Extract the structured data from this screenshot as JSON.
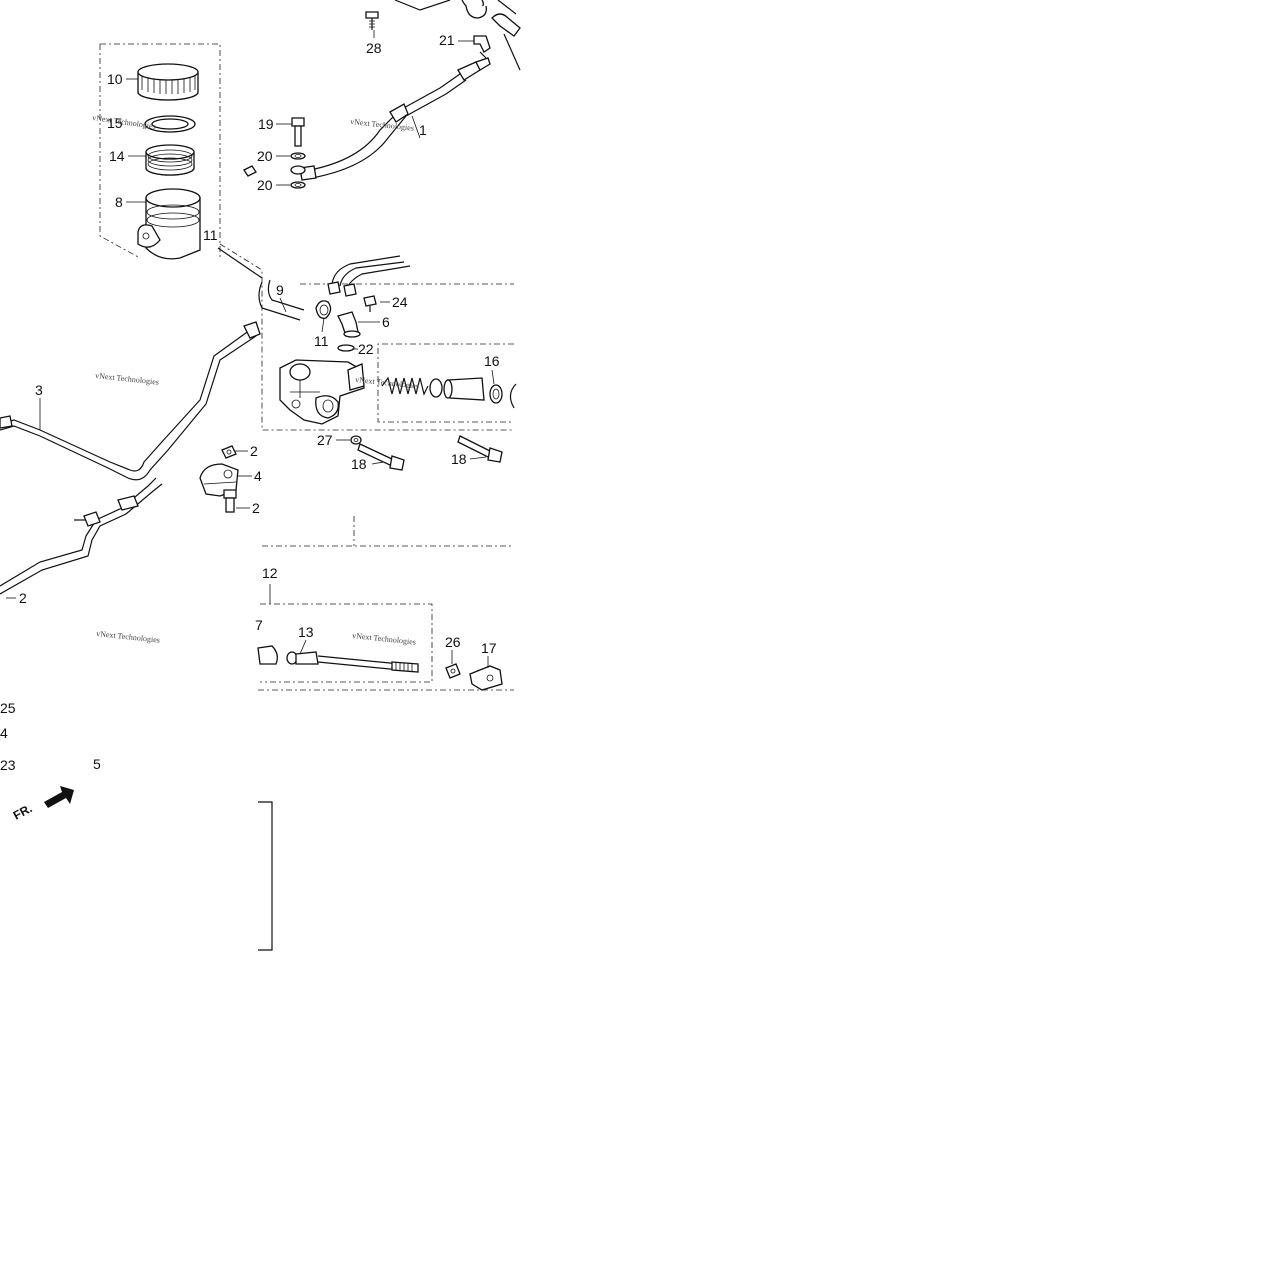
{
  "diagram": {
    "orientation_label": "FR.",
    "watermark": "vNext Technologies",
    "callouts": [
      "28",
      "21",
      "10",
      "15",
      "14",
      "8",
      "11",
      "19",
      "20",
      "20",
      "1",
      "9",
      "24",
      "6",
      "11",
      "22",
      "16",
      "3",
      "27",
      "18",
      "18",
      "2",
      "4",
      "2",
      "2",
      "12",
      "7",
      "13",
      "26",
      "17",
      "25",
      "4",
      "23",
      "5"
    ]
  }
}
